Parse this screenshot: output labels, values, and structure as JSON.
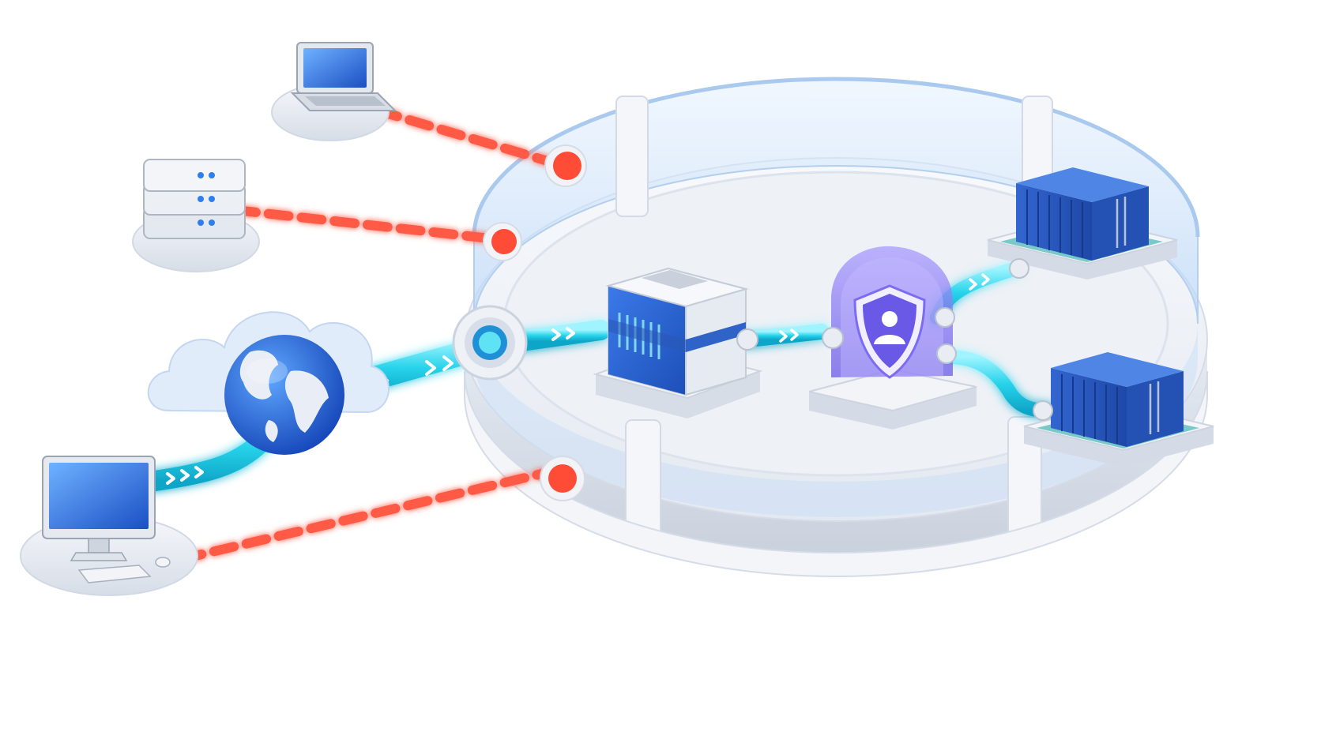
{
  "diagram": {
    "external_nodes": [
      {
        "id": "laptop",
        "icon": "laptop-icon",
        "link": "blocked"
      },
      {
        "id": "server",
        "icon": "server-stack-icon",
        "link": "blocked"
      },
      {
        "id": "internet",
        "icon": "globe-cloud-icon",
        "link": "allowed"
      },
      {
        "id": "desktop",
        "icon": "desktop-computer-icon",
        "link": "blocked"
      }
    ],
    "enclosure": {
      "icon": "secure-perimeter-ring",
      "ports": 4
    },
    "internal_nodes": [
      {
        "id": "gateway",
        "icon": "gateway-server-icon"
      },
      {
        "id": "auth",
        "icon": "shield-user-icon"
      },
      {
        "id": "container-1",
        "icon": "container-icon"
      },
      {
        "id": "container-2",
        "icon": "container-icon"
      }
    ],
    "colors": {
      "blocked": "#ff5a45",
      "allowed": "#2fd6ea",
      "accent_blue": "#2d68d8",
      "shield_purple": "#7b6cf2",
      "platform": "#eef1f6",
      "glass": "#cfe3fb"
    }
  }
}
